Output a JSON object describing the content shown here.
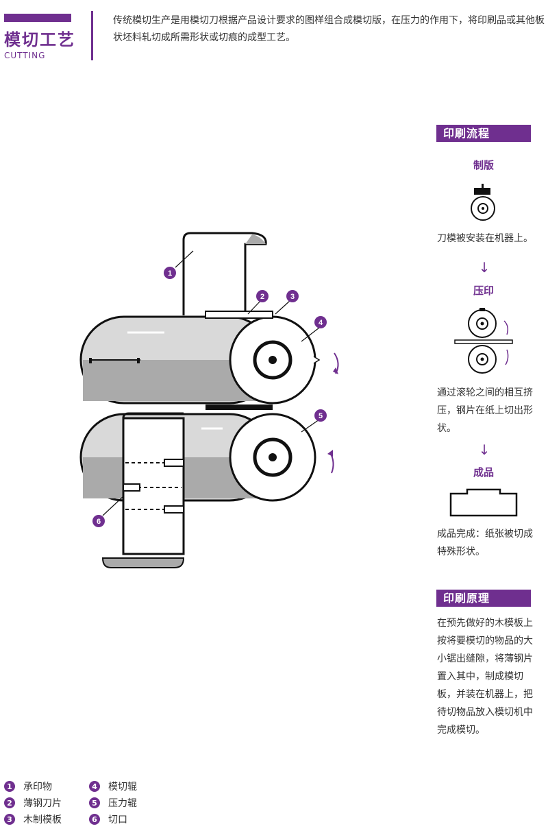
{
  "header": {
    "title": "模切工艺",
    "subtitle": "CUTTING",
    "intro": "传统模切生产是用模切刀根据产品设计要求的图样组合成模切版，在压力的作用下，将印刷品或其他板状坯料轧切成所需形状或切痕的成型工艺。"
  },
  "diagram": {
    "callouts": [
      "1",
      "2",
      "3",
      "4",
      "5",
      "6"
    ]
  },
  "process": {
    "heading": "印刷流程",
    "steps": [
      {
        "title": "制版",
        "desc": "刀模被安装在机器上。"
      },
      {
        "title": "压印",
        "desc": "通过滚轮之间的相互挤压，钢片在纸上切出形状。"
      },
      {
        "title": "成品",
        "desc": "成品完成：纸张被切成特殊形状。"
      }
    ],
    "arrow": "↓"
  },
  "principle": {
    "heading": "印刷原理",
    "text": "在预先做好的木模板上按将要模切的物品的大小锯出缝隙，将薄钢片置入其中，制成模切板，并装在机器上，把待切物品放入模切机中完成模切。"
  },
  "legend": [
    {
      "num": "1",
      "label": "承印物"
    },
    {
      "num": "2",
      "label": "薄钢刀片"
    },
    {
      "num": "3",
      "label": "木制模板"
    },
    {
      "num": "4",
      "label": "模切辊"
    },
    {
      "num": "5",
      "label": "压力辊"
    },
    {
      "num": "6",
      "label": "切口"
    }
  ],
  "colors": {
    "accent": "#6f2f8f"
  }
}
